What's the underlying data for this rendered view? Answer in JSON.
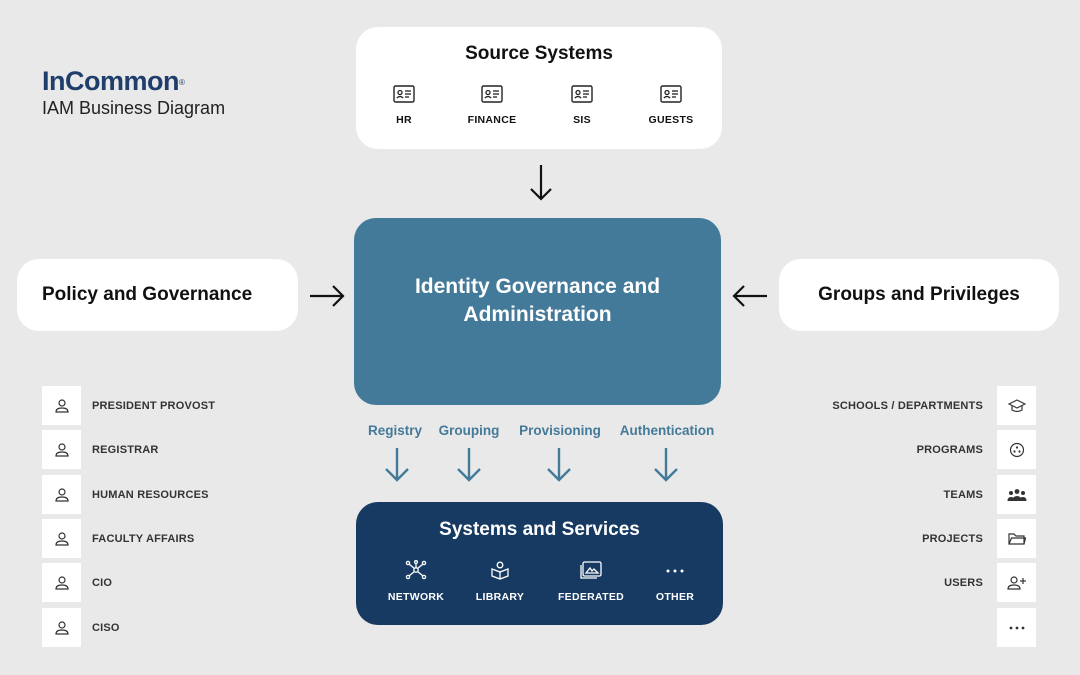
{
  "brand": {
    "name": "InCommon",
    "mark": "®",
    "subtitle": "IAM Business Diagram"
  },
  "source_systems": {
    "title": "Source Systems",
    "items": [
      {
        "label": "HR",
        "icon": "id-card-icon"
      },
      {
        "label": "FINANCE",
        "icon": "id-card-icon"
      },
      {
        "label": "SIS",
        "icon": "id-card-icon"
      },
      {
        "label": "GUESTS",
        "icon": "id-card-icon"
      }
    ]
  },
  "policy": {
    "label": "Policy and Governance"
  },
  "groups": {
    "label": "Groups and Privileges"
  },
  "iga": {
    "line1": "Identity Governance and",
    "line2": "Administration"
  },
  "processes": [
    "Registry",
    "Grouping",
    "Provisioning",
    "Authentication"
  ],
  "systems": {
    "title": "Systems and Services",
    "items": [
      {
        "label": "NETWORK",
        "icon": "network-icon"
      },
      {
        "label": "LIBRARY",
        "icon": "library-icon"
      },
      {
        "label": "FEDERATED",
        "icon": "federated-icon"
      },
      {
        "label": "OTHER",
        "icon": "more-icon"
      }
    ]
  },
  "policy_roles": [
    "PRESIDENT PROVOST",
    "REGISTRAR",
    "HUMAN RESOURCES",
    "FACULTY AFFAIRS",
    "CIO",
    "CISO"
  ],
  "group_types": [
    {
      "label": "SCHOOLS / DEPARTMENTS",
      "icon": "graduation-cap-icon"
    },
    {
      "label": "PROGRAMS",
      "icon": "programs-icon"
    },
    {
      "label": "TEAMS",
      "icon": "team-icon"
    },
    {
      "label": "PROJECTS",
      "icon": "folder-icon"
    },
    {
      "label": "USERS",
      "icon": "add-user-icon"
    },
    {
      "label": "",
      "icon": "more-icon"
    }
  ],
  "colors": {
    "background": "#e9e9e9",
    "brand": "#1f3e6b",
    "iga": "#447a99",
    "systems": "#173a62",
    "process_text": "#447a99"
  }
}
